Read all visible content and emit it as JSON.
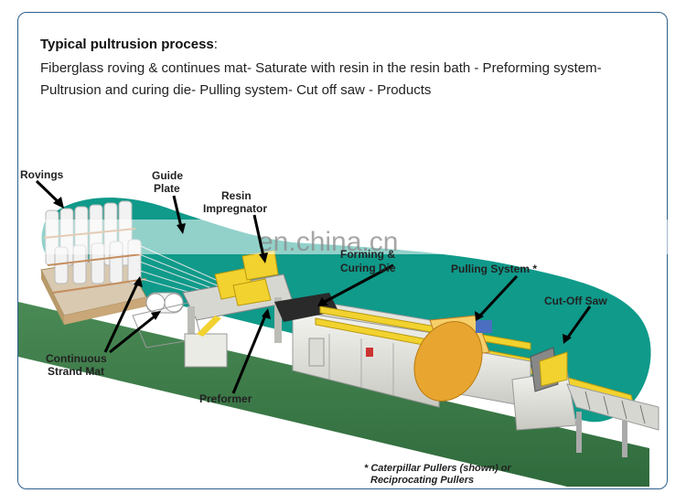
{
  "header": {
    "title": "Typical pultrusion process",
    "title_suffix": ":",
    "description": "Fiberglass roving & continues mat- Saturate with resin in the resin bath - Preforming system- Pultrusion and curing die- Pulling system- Cut off saw - Products"
  },
  "diagram": {
    "labels": {
      "rovings": "Rovings",
      "guide_plate_1": "Guide",
      "guide_plate_2": "Plate",
      "resin_1": "Resin",
      "resin_2": "Impregnator",
      "forming": "Forming &",
      "curing_die": "Curing Die",
      "pulling_system": "Pulling System *",
      "cut_off_saw": "Cut-Off Saw",
      "strand_mat_1": "Continuous",
      "strand_mat_2": "Strand Mat",
      "preformer": "Preformer",
      "footnote_1": "* Caterpillar Pullers (shown) or",
      "footnote_2": "Reciprocating Pullers"
    },
    "watermark": "en.china.cn"
  },
  "colors": {
    "frame": "#2e5f8c",
    "teal_background": "#0f9a8a",
    "floor": "#3c7a4a",
    "profile_yellow": "#f2d22e",
    "puller_orange": "#e8a530"
  }
}
